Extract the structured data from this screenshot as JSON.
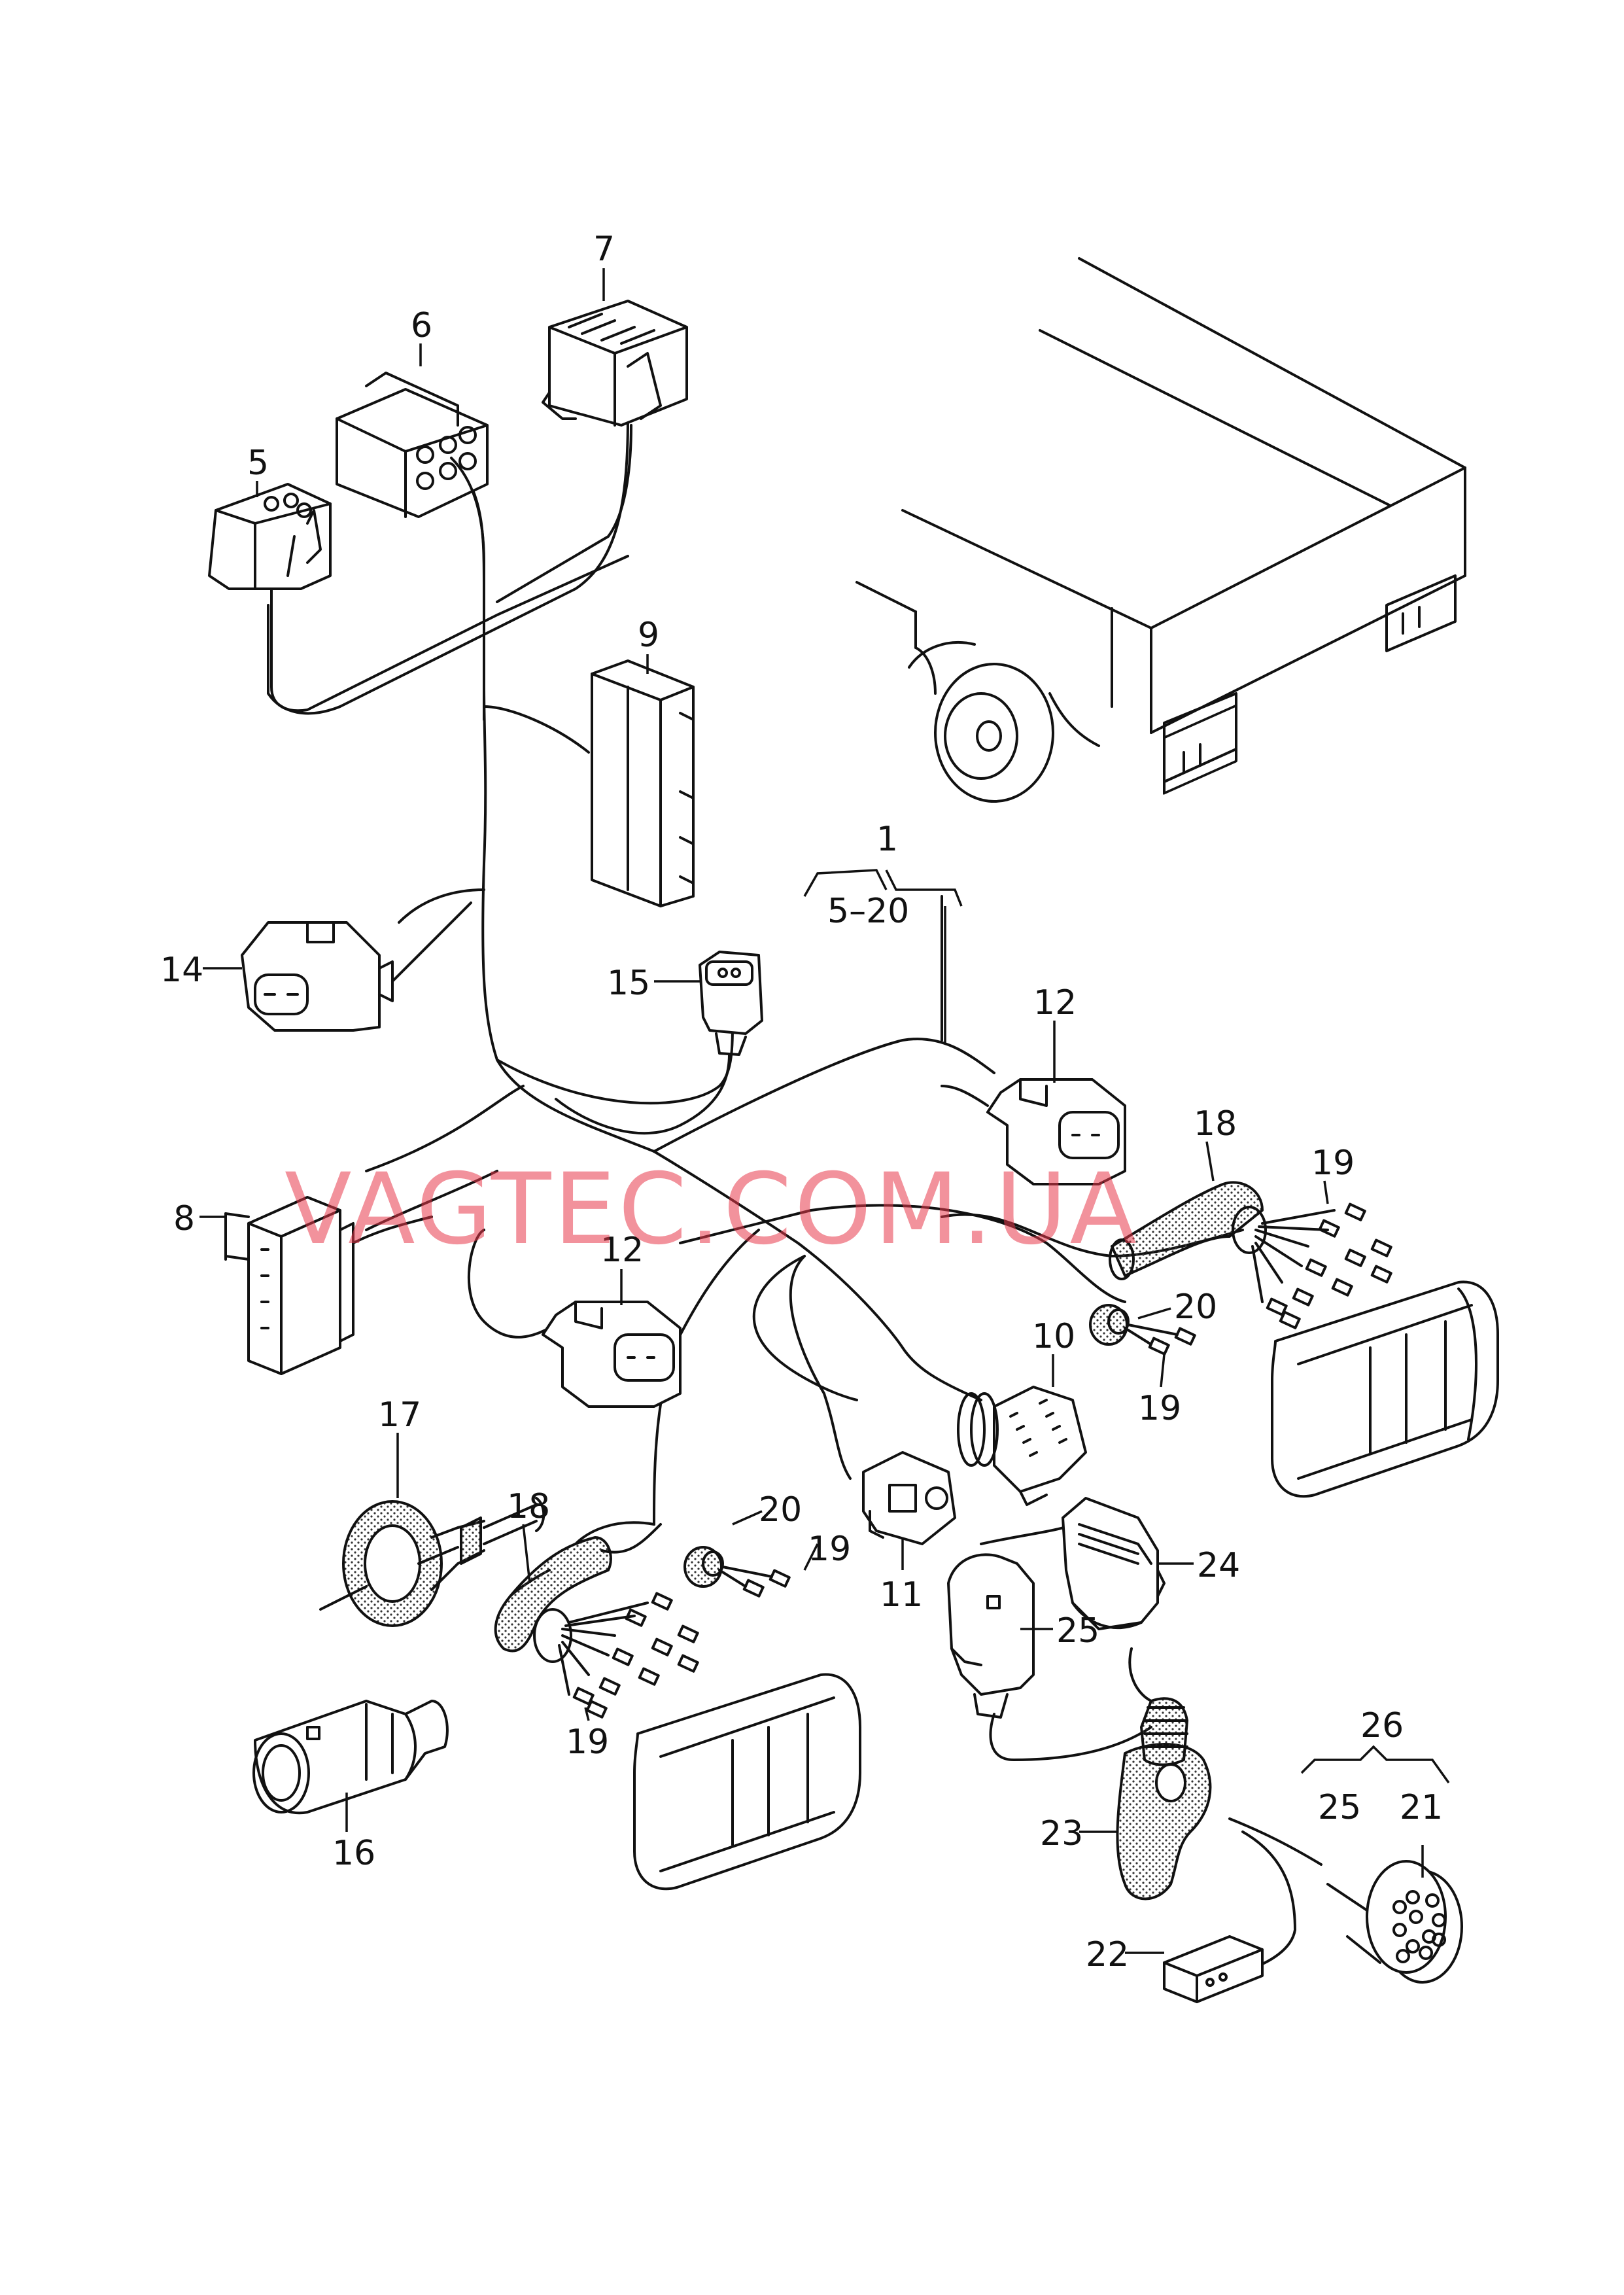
{
  "watermark": "VAGTEC.COM.UA",
  "callouts": {
    "c1": "1",
    "c1_range": "5–20",
    "c5": "5",
    "c6": "6",
    "c7": "7",
    "c8": "8",
    "c9": "9",
    "c10": "10",
    "c11": "11",
    "c12a": "12",
    "c12b": "12",
    "c14": "14",
    "c15": "15",
    "c16": "16",
    "c17": "17",
    "c18a": "18",
    "c18b": "18",
    "c19a": "19",
    "c19b": "19",
    "c19c": "19",
    "c19d": "19",
    "c20a": "20",
    "c20b": "20",
    "c21": "21",
    "c22": "22",
    "c23": "23",
    "c24": "24",
    "c25a": "25",
    "c25b": "25",
    "c26": "26"
  },
  "colors": {
    "line": "#111111",
    "watermark": "#e8394a",
    "background": "#ffffff"
  }
}
